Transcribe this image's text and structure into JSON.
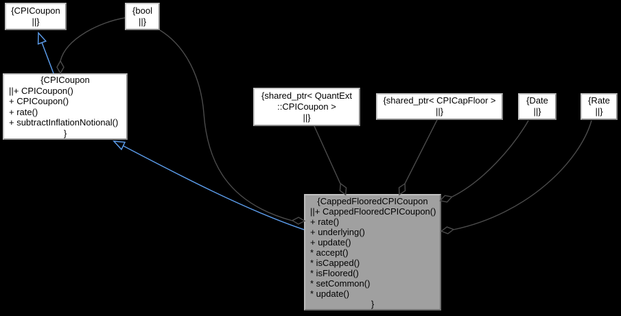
{
  "diagram": {
    "kind": "uml-collaboration-graph",
    "colors": {
      "background": "#000000",
      "node_fill": "#ffffff",
      "highlighted_node_fill": "#a0a0a0",
      "node_border": "#8a8a8a",
      "aggregation_edge": "#4c4c4c",
      "inheritance_edge": "#5b9be9",
      "text": "#000000"
    },
    "nodes": [
      {
        "id": "cpicoupon-base",
        "highlighted": false,
        "lines": [
          "{CPICoupon",
          "||}"
        ]
      },
      {
        "id": "bool",
        "highlighted": false,
        "lines": [
          "{bool",
          "||}"
        ]
      },
      {
        "id": "cpicoupon",
        "highlighted": false,
        "lines": [
          "{CPICoupon",
          "||+ CPICoupon()",
          "+ CPICoupon()",
          "+ rate()",
          "+ subtractInflationNotional()",
          "}"
        ]
      },
      {
        "id": "shared-ptr-quantext-cpicoupon",
        "highlighted": false,
        "lines": [
          "{shared_ptr< QuantExt",
          "::CPICoupon >",
          "||}"
        ]
      },
      {
        "id": "shared-ptr-cpicapfloor",
        "highlighted": false,
        "lines": [
          "{shared_ptr< CPICapFloor >",
          "||}"
        ]
      },
      {
        "id": "date",
        "highlighted": false,
        "lines": [
          "{Date",
          "||}"
        ]
      },
      {
        "id": "rate",
        "highlighted": false,
        "lines": [
          "{Rate",
          "||}"
        ]
      },
      {
        "id": "capped-floored-cpicoupon",
        "highlighted": true,
        "lines": [
          "{CappedFlooredCPICoupon",
          "||+ CappedFlooredCPICoupon()",
          "+ rate()",
          "+ underlying()",
          "+ update()",
          "* accept()",
          "* isCapped()",
          "* isFloored()",
          "* setCommon()",
          "* update()",
          "}"
        ]
      }
    ],
    "edges": [
      {
        "from": "bool",
        "to": "cpicoupon",
        "type": "aggregation"
      },
      {
        "from": "bool",
        "to": "capped-floored-cpicoupon",
        "type": "aggregation"
      },
      {
        "from": "shared-ptr-quantext-cpicoupon",
        "to": "capped-floored-cpicoupon",
        "type": "aggregation"
      },
      {
        "from": "shared-ptr-cpicapfloor",
        "to": "capped-floored-cpicoupon",
        "type": "aggregation"
      },
      {
        "from": "date",
        "to": "capped-floored-cpicoupon",
        "type": "aggregation"
      },
      {
        "from": "rate",
        "to": "capped-floored-cpicoupon",
        "type": "aggregation"
      },
      {
        "from": "cpicoupon",
        "to": "cpicoupon-base",
        "type": "inheritance"
      },
      {
        "from": "capped-floored-cpicoupon",
        "to": "cpicoupon",
        "type": "inheritance"
      }
    ]
  }
}
